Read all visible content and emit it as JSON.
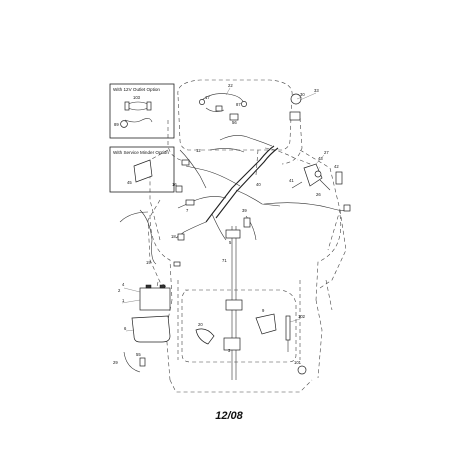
{
  "insets": {
    "outlet_title": "With 12V Outlet Option",
    "outlet_labels": [
      "103",
      "89"
    ],
    "minder_title": "With Service Minder Option",
    "minder_label": "45"
  },
  "callouts": [
    "22",
    "17",
    "87",
    "30",
    "33",
    "56",
    "27",
    "12",
    "26",
    "40",
    "43",
    "41",
    "42",
    "16",
    "7",
    "39",
    "18",
    "5",
    "71",
    "19",
    "4",
    "2",
    "1",
    "6",
    "20",
    "9",
    "3",
    "29",
    "55",
    "102",
    "101"
  ],
  "footer": {
    "date": "12/08"
  }
}
